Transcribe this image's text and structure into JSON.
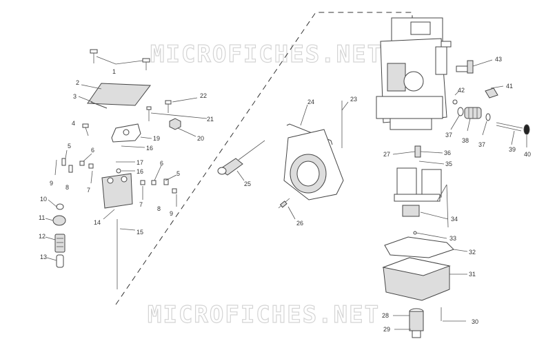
{
  "watermark": {
    "top": "MICROFICHES.NET",
    "bottom": "MICROFICHES.NET"
  },
  "callouts": [
    {
      "id": "c1",
      "text": "1"
    },
    {
      "id": "c2",
      "text": "2"
    },
    {
      "id": "c3",
      "text": "3"
    },
    {
      "id": "c4",
      "text": "4"
    },
    {
      "id": "c5a",
      "text": "5"
    },
    {
      "id": "c5b",
      "text": "5"
    },
    {
      "id": "c6a",
      "text": "6"
    },
    {
      "id": "c6b",
      "text": "6"
    },
    {
      "id": "c7a",
      "text": "7"
    },
    {
      "id": "c7b",
      "text": "7"
    },
    {
      "id": "c8a",
      "text": "8"
    },
    {
      "id": "c8b",
      "text": "8"
    },
    {
      "id": "c9a",
      "text": "9"
    },
    {
      "id": "c9b",
      "text": "9"
    },
    {
      "id": "c10",
      "text": "10"
    },
    {
      "id": "c11",
      "text": "11"
    },
    {
      "id": "c12",
      "text": "12"
    },
    {
      "id": "c13",
      "text": "13"
    },
    {
      "id": "c14",
      "text": "14"
    },
    {
      "id": "c15",
      "text": "15"
    },
    {
      "id": "c16a",
      "text": "16"
    },
    {
      "id": "c16b",
      "text": "16"
    },
    {
      "id": "c17",
      "text": "17"
    },
    {
      "id": "c19",
      "text": "19"
    },
    {
      "id": "c20",
      "text": "20"
    },
    {
      "id": "c21",
      "text": "21"
    },
    {
      "id": "c22",
      "text": "22"
    },
    {
      "id": "c23",
      "text": "23"
    },
    {
      "id": "c24",
      "text": "24"
    },
    {
      "id": "c25",
      "text": "25"
    },
    {
      "id": "c26",
      "text": "26"
    },
    {
      "id": "c27",
      "text": "27"
    },
    {
      "id": "c28",
      "text": "28"
    },
    {
      "id": "c29",
      "text": "29"
    },
    {
      "id": "c30",
      "text": "30"
    },
    {
      "id": "c31",
      "text": "31"
    },
    {
      "id": "c32",
      "text": "32"
    },
    {
      "id": "c33",
      "text": "33"
    },
    {
      "id": "c34",
      "text": "34"
    },
    {
      "id": "c35",
      "text": "35"
    },
    {
      "id": "c36",
      "text": "36"
    },
    {
      "id": "c37a",
      "text": "37"
    },
    {
      "id": "c37b",
      "text": "37"
    },
    {
      "id": "c38",
      "text": "38"
    },
    {
      "id": "c39",
      "text": "39"
    },
    {
      "id": "c40",
      "text": "40"
    },
    {
      "id": "c41",
      "text": "41"
    },
    {
      "id": "c42",
      "text": "42"
    },
    {
      "id": "c43",
      "text": "43"
    }
  ]
}
